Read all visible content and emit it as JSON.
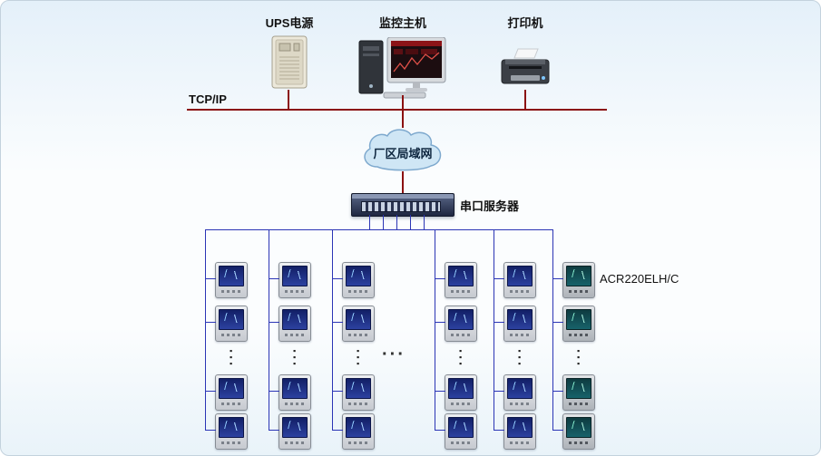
{
  "diagram": {
    "labels": {
      "ups": "UPS电源",
      "host": "监控主机",
      "printer": "打印机",
      "tcpip": "TCP/IP",
      "cloud": "厂区局域网",
      "serial_server": "串口服务器",
      "meter_model": "ACR220ELH/C",
      "ellipsis": "···"
    },
    "colors": {
      "tcpip_line": "#8b1111",
      "serial_line": "#2b35b5",
      "cloud_fill": "#cfe6f5",
      "background_top": "#e4f0f9"
    },
    "structure": {
      "meter_columns_visible": 6,
      "meters_per_column_visible": 4
    }
  }
}
